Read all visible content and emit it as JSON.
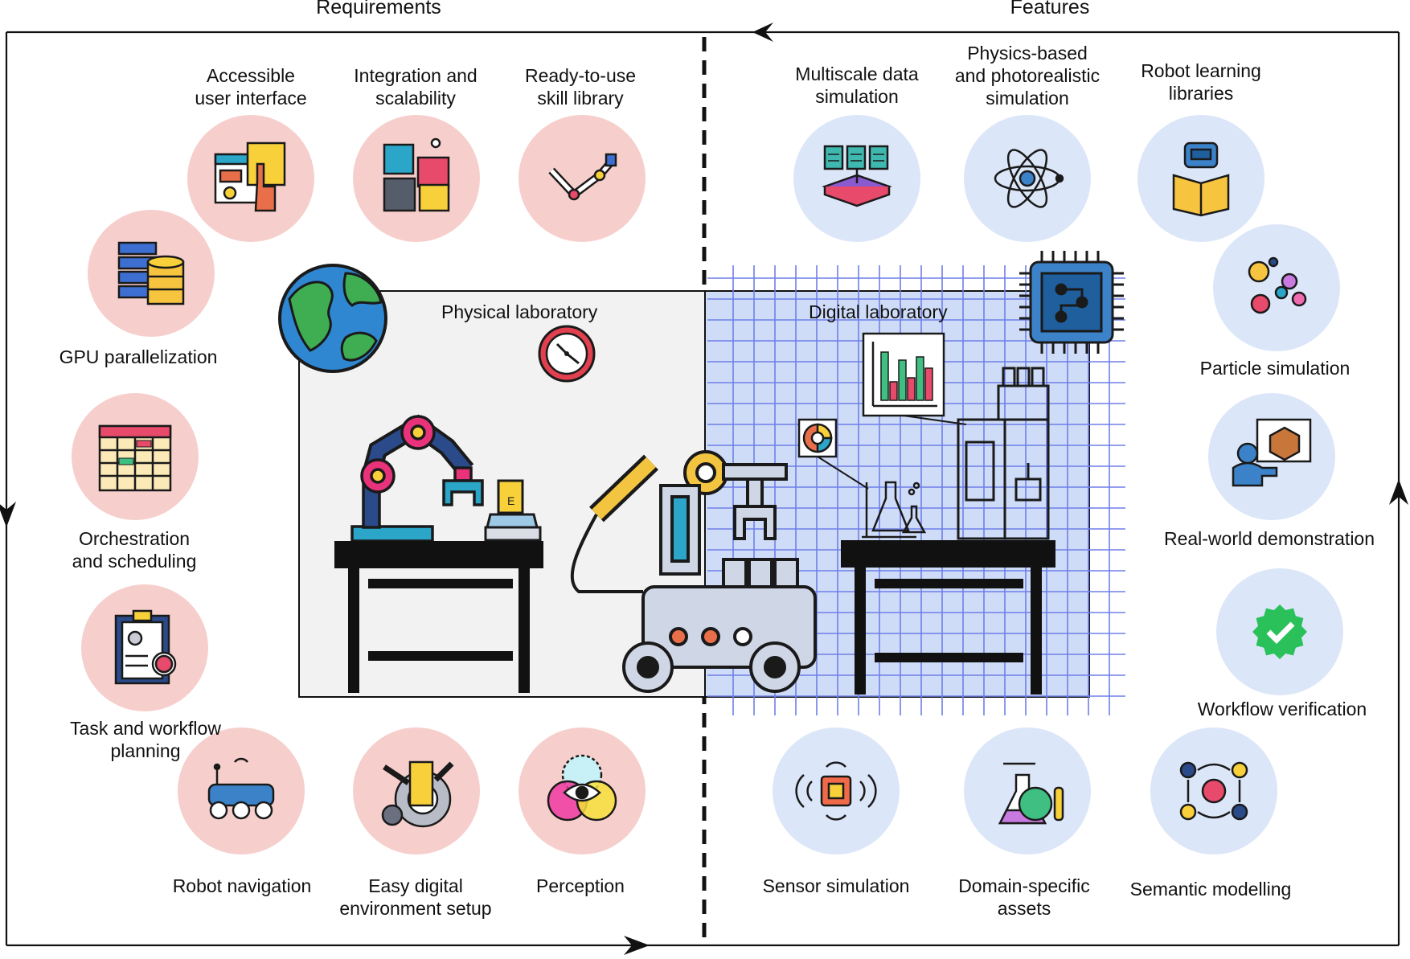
{
  "sections": {
    "requirements_heading": "Requirements",
    "features_heading": "Features"
  },
  "labs": {
    "physical": "Physical laboratory",
    "digital": "Digital laboratory"
  },
  "requirements": [
    {
      "label": "Accessible\nuser interface",
      "icon": "dashboard-touch-icon"
    },
    {
      "label": "Integration and\nscalability",
      "icon": "puzzle-pieces-icon"
    },
    {
      "label": "Ready-to-use\nskill library",
      "icon": "robot-arm-icon"
    },
    {
      "label": "GPU parallelization",
      "icon": "server-database-icon"
    },
    {
      "label": "Orchestration\nand scheduling",
      "icon": "calendar-schedule-icon"
    },
    {
      "label": "Task and workflow\nplanning",
      "icon": "clipboard-plan-icon"
    },
    {
      "label": "Robot navigation",
      "icon": "robot-vehicle-icon"
    },
    {
      "label": "Easy digital\nenvironment setup",
      "icon": "wrench-gear-icon"
    },
    {
      "label": "Perception",
      "icon": "eye-venn-icon"
    }
  ],
  "features": [
    {
      "label": "Multiscale data\nsimulation",
      "icon": "documents-merge-icon"
    },
    {
      "label": "Physics-based\nand photorealistic\nsimulation",
      "icon": "atom-icon"
    },
    {
      "label": "Robot learning\nlibraries",
      "icon": "robot-reading-icon"
    },
    {
      "label": "Particle simulation",
      "icon": "particles-icon"
    },
    {
      "label": "Real-world demonstration",
      "icon": "presenter-box-icon"
    },
    {
      "label": "Workflow verification",
      "icon": "check-badge-icon"
    },
    {
      "label": "Sensor simulation",
      "icon": "sensor-chip-icon"
    },
    {
      "label": "Domain-specific\nassets",
      "icon": "lab-flasks-icon"
    },
    {
      "label": "Semantic modelling",
      "icon": "semantic-network-icon"
    }
  ],
  "lab_text": {
    "beaker_label": "E"
  },
  "colors": {
    "requirement_circle": "#f6cfcc",
    "feature_circle": "#dbe6f8",
    "physical_panel": "#f2f2f2",
    "digital_panel": "#cfdcf7",
    "digital_grid": "#6f7fe8",
    "chip_blue": "#3c82c9",
    "check_green": "#2bc15a"
  }
}
